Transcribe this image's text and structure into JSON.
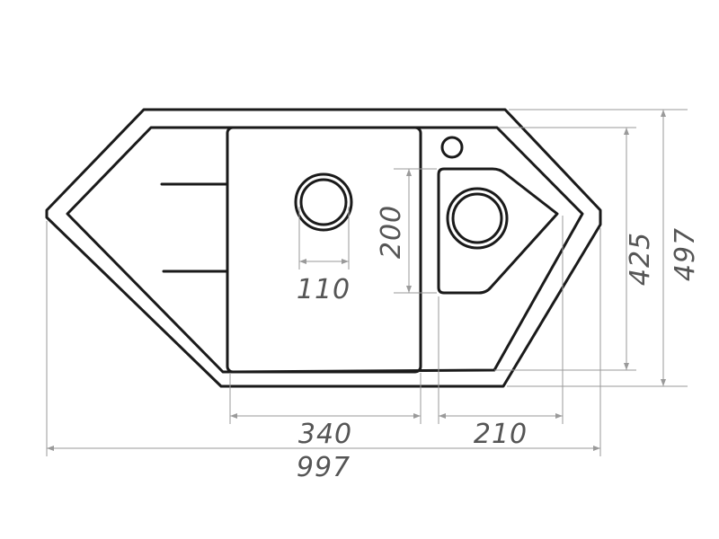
{
  "drawing": {
    "subject": "corner-sink-plan",
    "dimensions": {
      "overall_width": "997",
      "overall_depth": "497",
      "inner_depth": "425",
      "main_bowl_width": "340",
      "small_bowl_width": "210",
      "drain_height": "200",
      "drain_offset": "110"
    },
    "colors": {
      "outline": "#1a1a1a",
      "dimension_line": "#9a9a9a",
      "dimension_text": "#555555"
    }
  }
}
